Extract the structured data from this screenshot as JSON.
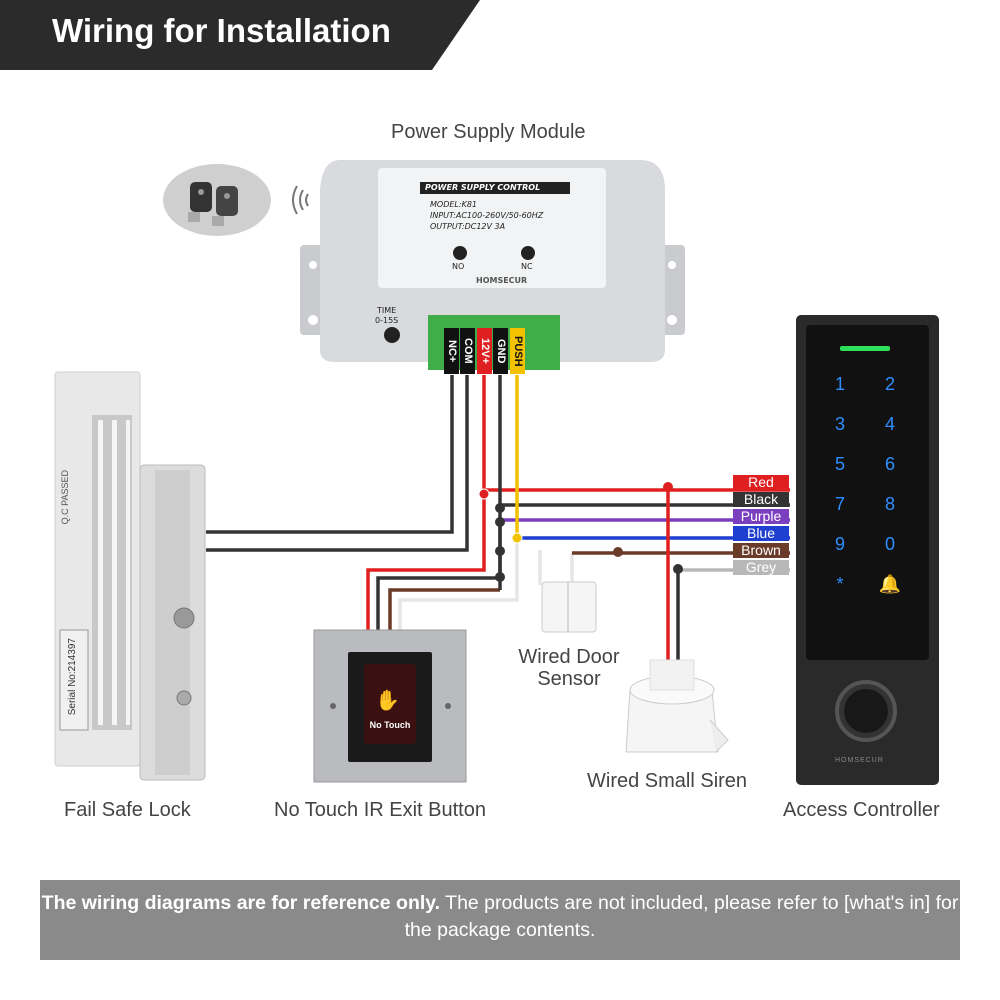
{
  "title": "Wiring for Installation",
  "components": {
    "power_supply": "Power Supply Module",
    "lock": "Fail Safe Lock",
    "exit_button": "No Touch IR Exit Button",
    "door_sensor_line1": "Wired Door",
    "door_sensor_line2": "Sensor",
    "siren": "Wired Small Siren",
    "access_controller": "Access Controller"
  },
  "psu_panel": {
    "header": "POWER SUPPLY CONTROL",
    "model": "MODEL:K81",
    "input": "INPUT:AC100-260V/50-60HZ",
    "output": "OUTPUT:DC12V 3A",
    "no": "NO",
    "nc": "NC",
    "brand": "HOMSECUR",
    "time_label": "TIME",
    "time_range": "0-15S"
  },
  "terminals": [
    "NC+",
    "COM",
    "12V+",
    "GND",
    "PUSH"
  ],
  "terminal_colors": [
    "#111111",
    "#111111",
    "#e02020",
    "#111111",
    "#f2c200"
  ],
  "wires": [
    {
      "label": "Red",
      "color": "#e02020"
    },
    {
      "label": "Black",
      "color": "#333333"
    },
    {
      "label": "Purple",
      "color": "#7a3fbf"
    },
    {
      "label": "Blue",
      "color": "#1e3fd0"
    },
    {
      "label": "Brown",
      "color": "#6b3b2a"
    },
    {
      "label": "Grey",
      "color": "#b8b8b8"
    }
  ],
  "keypad": [
    "1",
    "2",
    "3",
    "4",
    "5",
    "6",
    "7",
    "8",
    "9",
    "0",
    "*",
    "bell"
  ],
  "keypad_icons": {
    "star": "asterisk-icon",
    "bell": "bell-icon"
  },
  "controller_brand": "HOMSECUR",
  "exit_button_text": "No Touch",
  "lock_label_qc": "Q.C PASSED",
  "lock_serial": "Serial No:214397",
  "note_bold": "The wiring diagrams are for reference only.",
  "note_rest": " The products are not included, please refer to [what's in] for the package contents."
}
